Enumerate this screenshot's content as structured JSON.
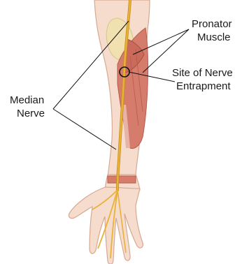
{
  "labels": {
    "pronator_muscle_line1": "Pronator",
    "pronator_muscle_line2": "Muscle",
    "site_line1": "Site of Nerve",
    "site_line2": "Entrapment",
    "median_nerve_line1": "Median",
    "median_nerve_line2": "Nerve"
  },
  "colors": {
    "skin": "#f6dccd",
    "skin_outline": "#d7a892",
    "muscle": "#d67c6c",
    "muscle_dark": "#b85a4c",
    "tendon": "#e9b4a8",
    "bone": "#f1e1b0",
    "nerve": "#e8b239",
    "nerve_outline": "#c98e1c",
    "leader_line": "#111111"
  }
}
